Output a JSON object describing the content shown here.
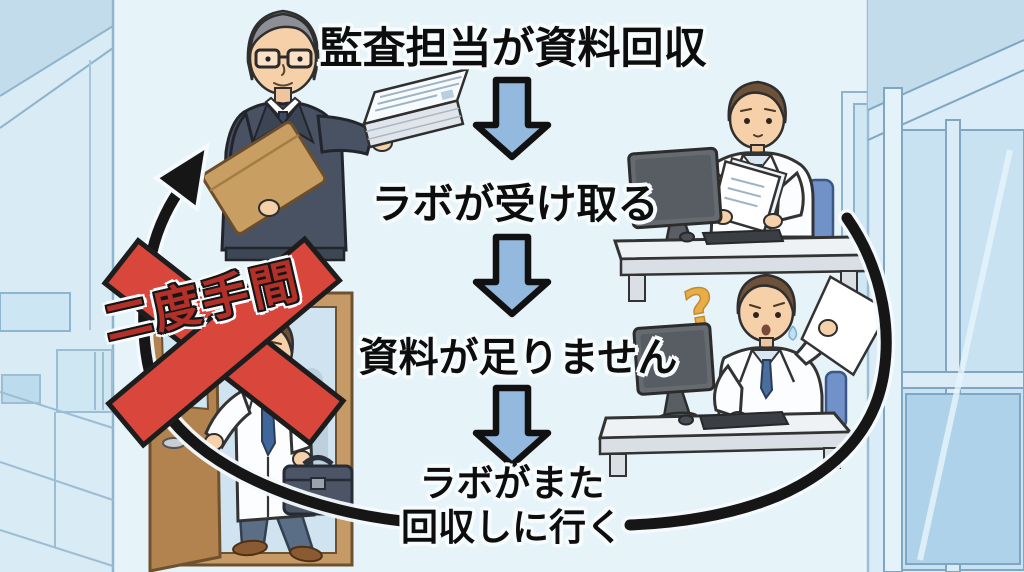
{
  "diagram": {
    "steps": [
      {
        "label": "監査担当が資料回収"
      },
      {
        "label": "ラボが受け取る"
      },
      {
        "label": "資料が足りません"
      },
      {
        "label_line1": "ラボがまた",
        "label_line2": "回収しに行く"
      }
    ],
    "annotation": {
      "label": "二度手間"
    },
    "question_mark": "?",
    "colors": {
      "background": "#e6f3f9",
      "flow_arrow_fill": "#93b9de",
      "flow_arrow_outline": "#111111",
      "cycle_arrow": "#161616",
      "cross_red": "#d9463c",
      "annotation_red": "#b23028"
    }
  }
}
